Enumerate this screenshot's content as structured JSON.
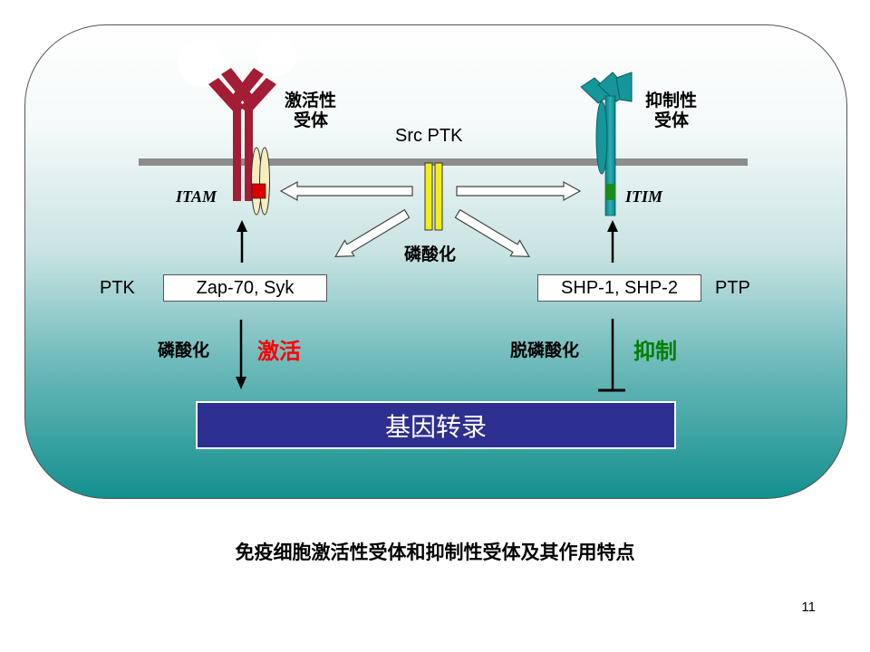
{
  "diagram": {
    "activating_receptor_label": "激活性受体",
    "activating_receptor_line1": "激活性",
    "activating_receptor_line2": "受体",
    "inhibitory_receptor_line1": "抑制性",
    "inhibitory_receptor_line2": "受体",
    "src_ptk": "Src PTK",
    "itam": "ITAM",
    "itim": "ITIM",
    "phosphorylation_center": "磷酸化",
    "ptk": "PTK",
    "ptk_box": "Zap-70,  Syk",
    "ptp_box": "SHP-1, SHP-2",
    "ptp": "PTP",
    "phosphorylation_left": "磷酸化",
    "activate": "激活",
    "dephosphorylation": "脱磷酸化",
    "inhibit": "抑制",
    "gene_transcription": "基因转录"
  },
  "caption": "免疫细胞激活性受体和抑制性受体及其作用特点",
  "page_number": "11",
  "colors": {
    "activating_receptor": "#a31d34",
    "inhibitory_receptor": "#14969a",
    "src_ptk": "#f2ee1c",
    "membrane": "#8c8c8c",
    "gene_box": "#2d2f91",
    "activate_text": "#ff0000",
    "inhibit_text": "#008000"
  }
}
